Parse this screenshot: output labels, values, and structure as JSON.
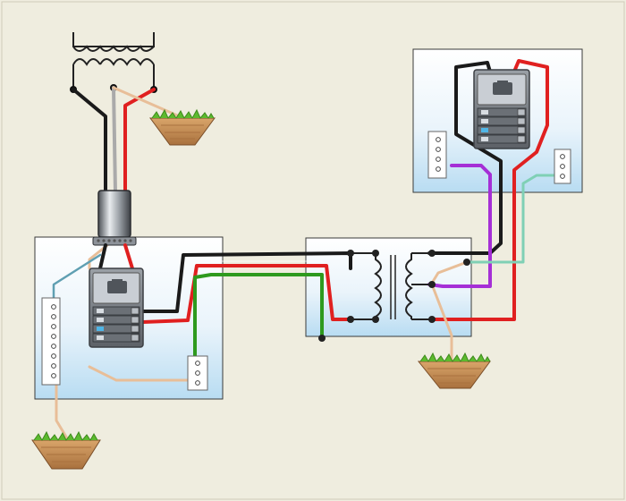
{
  "diagram": {
    "type": "electrical-wiring-diagram",
    "texts": [],
    "components": [
      {
        "id": "utility-transformer",
        "icon": "transformer-coil-icon"
      },
      {
        "id": "service-drop-mast",
        "icon": "weatherhead-icon"
      },
      {
        "id": "main-service-panel",
        "icon": "breaker-panel-icon"
      },
      {
        "id": "isolation-transformer-box",
        "icon": "transformer-icon"
      },
      {
        "id": "sub-panel",
        "icon": "breaker-panel-icon"
      },
      {
        "id": "ground-rod-utility",
        "icon": "ground-icon"
      },
      {
        "id": "ground-rod-main",
        "icon": "ground-icon"
      },
      {
        "id": "ground-rod-transformer",
        "icon": "ground-icon"
      }
    ],
    "wire_colors": {
      "hot_black": "#1a1a1a",
      "hot_red": "#e02020",
      "neutral": "#e8be98",
      "ground_green": "#2e9a1e",
      "secondary_purple": "#a52fd6",
      "ground_teal": "#7fd0b5",
      "bond_blue": "#5f9fb2"
    },
    "colors": {
      "background": "#efeddf",
      "box_border": "#3a3a3a",
      "box_fill_top": "#ffffff",
      "box_fill_bottom": "#b8dcf2",
      "panel_metal": "#7b8088",
      "grass": "#5cba2e",
      "soil": "#c98e55"
    }
  }
}
